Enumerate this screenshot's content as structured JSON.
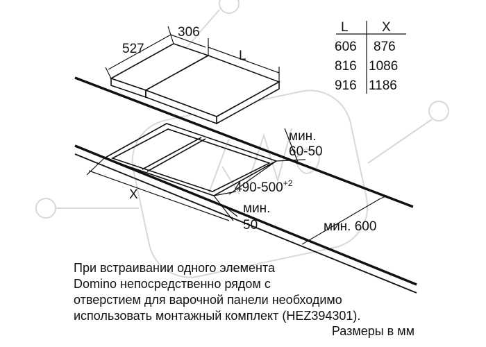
{
  "dimensions": {
    "depth": "527",
    "width_small": "306",
    "length": "L",
    "cutout_width": "X",
    "min_wall": "мин.",
    "min_wall_value": "60-50",
    "cutout_depth": "490-500",
    "cutout_depth_tol": "+2",
    "min_front": "мин.",
    "min_front_value": "50",
    "min_depth": "мин. 600"
  },
  "table": {
    "headers": [
      "L",
      "X"
    ],
    "rows": [
      [
        "606",
        "876"
      ],
      [
        "816",
        "1086"
      ],
      [
        "916",
        "1186"
      ]
    ]
  },
  "note": {
    "lines": [
      "При встраивании одного элемента",
      "Domino непосредственно рядом с",
      "отверстием для варочной панели необходимо",
      "использовать монтажный комплект (HEZ394301)."
    ]
  },
  "units": "Размеры в мм",
  "watermark": "KNS"
}
